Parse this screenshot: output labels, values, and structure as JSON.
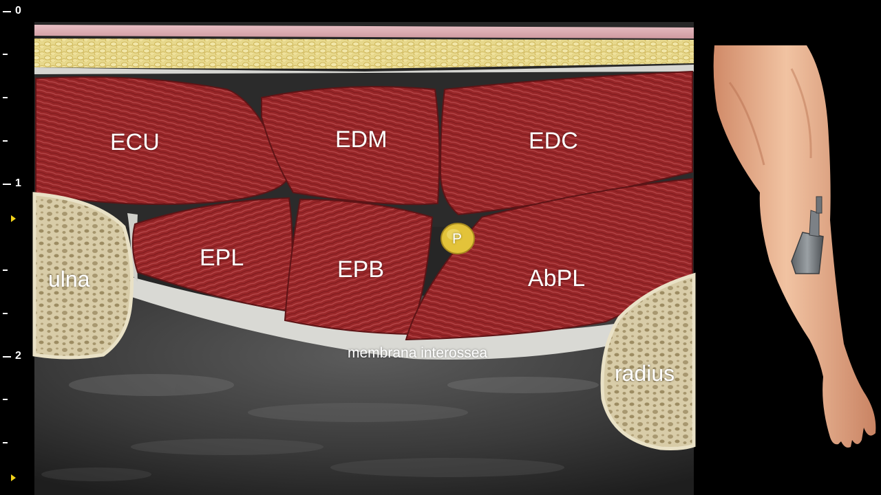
{
  "depth_scale": {
    "labels": [
      "0",
      "1",
      "2"
    ],
    "marker_color": "#f2d21a",
    "tick_color": "#ffffff"
  },
  "structures": {
    "muscles": {
      "ecu": "ECU",
      "edm": "EDM",
      "edc": "EDC",
      "epl": "EPL",
      "epb": "EPB",
      "abpl": "AbPL"
    },
    "nerve": "P",
    "bones": {
      "ulna": "ulna",
      "radius": "radius"
    },
    "membrane": "membrana interossea"
  },
  "probe_guide": {
    "icon": "ultrasound-probe-icon"
  },
  "colors": {
    "muscle": "#9c2a2c",
    "fat": "#e2cf78",
    "skin": "#d9a4ab",
    "fascia": "#d4d4d0",
    "bone": "#ddd2b0",
    "nerve": "#e8c437",
    "background": "#000000"
  }
}
